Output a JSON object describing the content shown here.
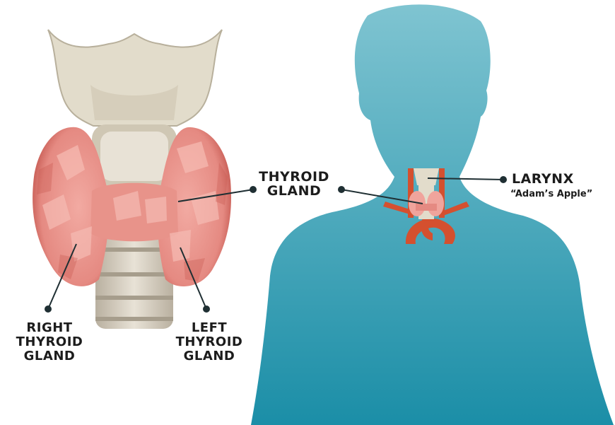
{
  "labels": {
    "thyroid_gland": [
      "THYROID",
      "GLAND"
    ],
    "larynx": "LARYNX",
    "larynx_common_name": "“Adam’s Apple”",
    "right_thyroid_gland": [
      "RIGHT",
      "THYROID",
      "GLAND"
    ],
    "left_thyroid_gland": [
      "LEFT",
      "THYROID",
      "GLAND"
    ]
  },
  "colors": {
    "silhouette_top": "#7fc4d1",
    "silhouette_bottom": "#1b8ea7",
    "cartilage": "#e2dccb",
    "cartilage_shade": "#c9c1ab",
    "trachea_ring": "#d8d0c0",
    "gland_light": "#f0a49c",
    "gland_mid": "#e58a82",
    "gland_dark": "#b9463e",
    "artery": "#d4502f",
    "leader_line": "#1f2f33"
  }
}
